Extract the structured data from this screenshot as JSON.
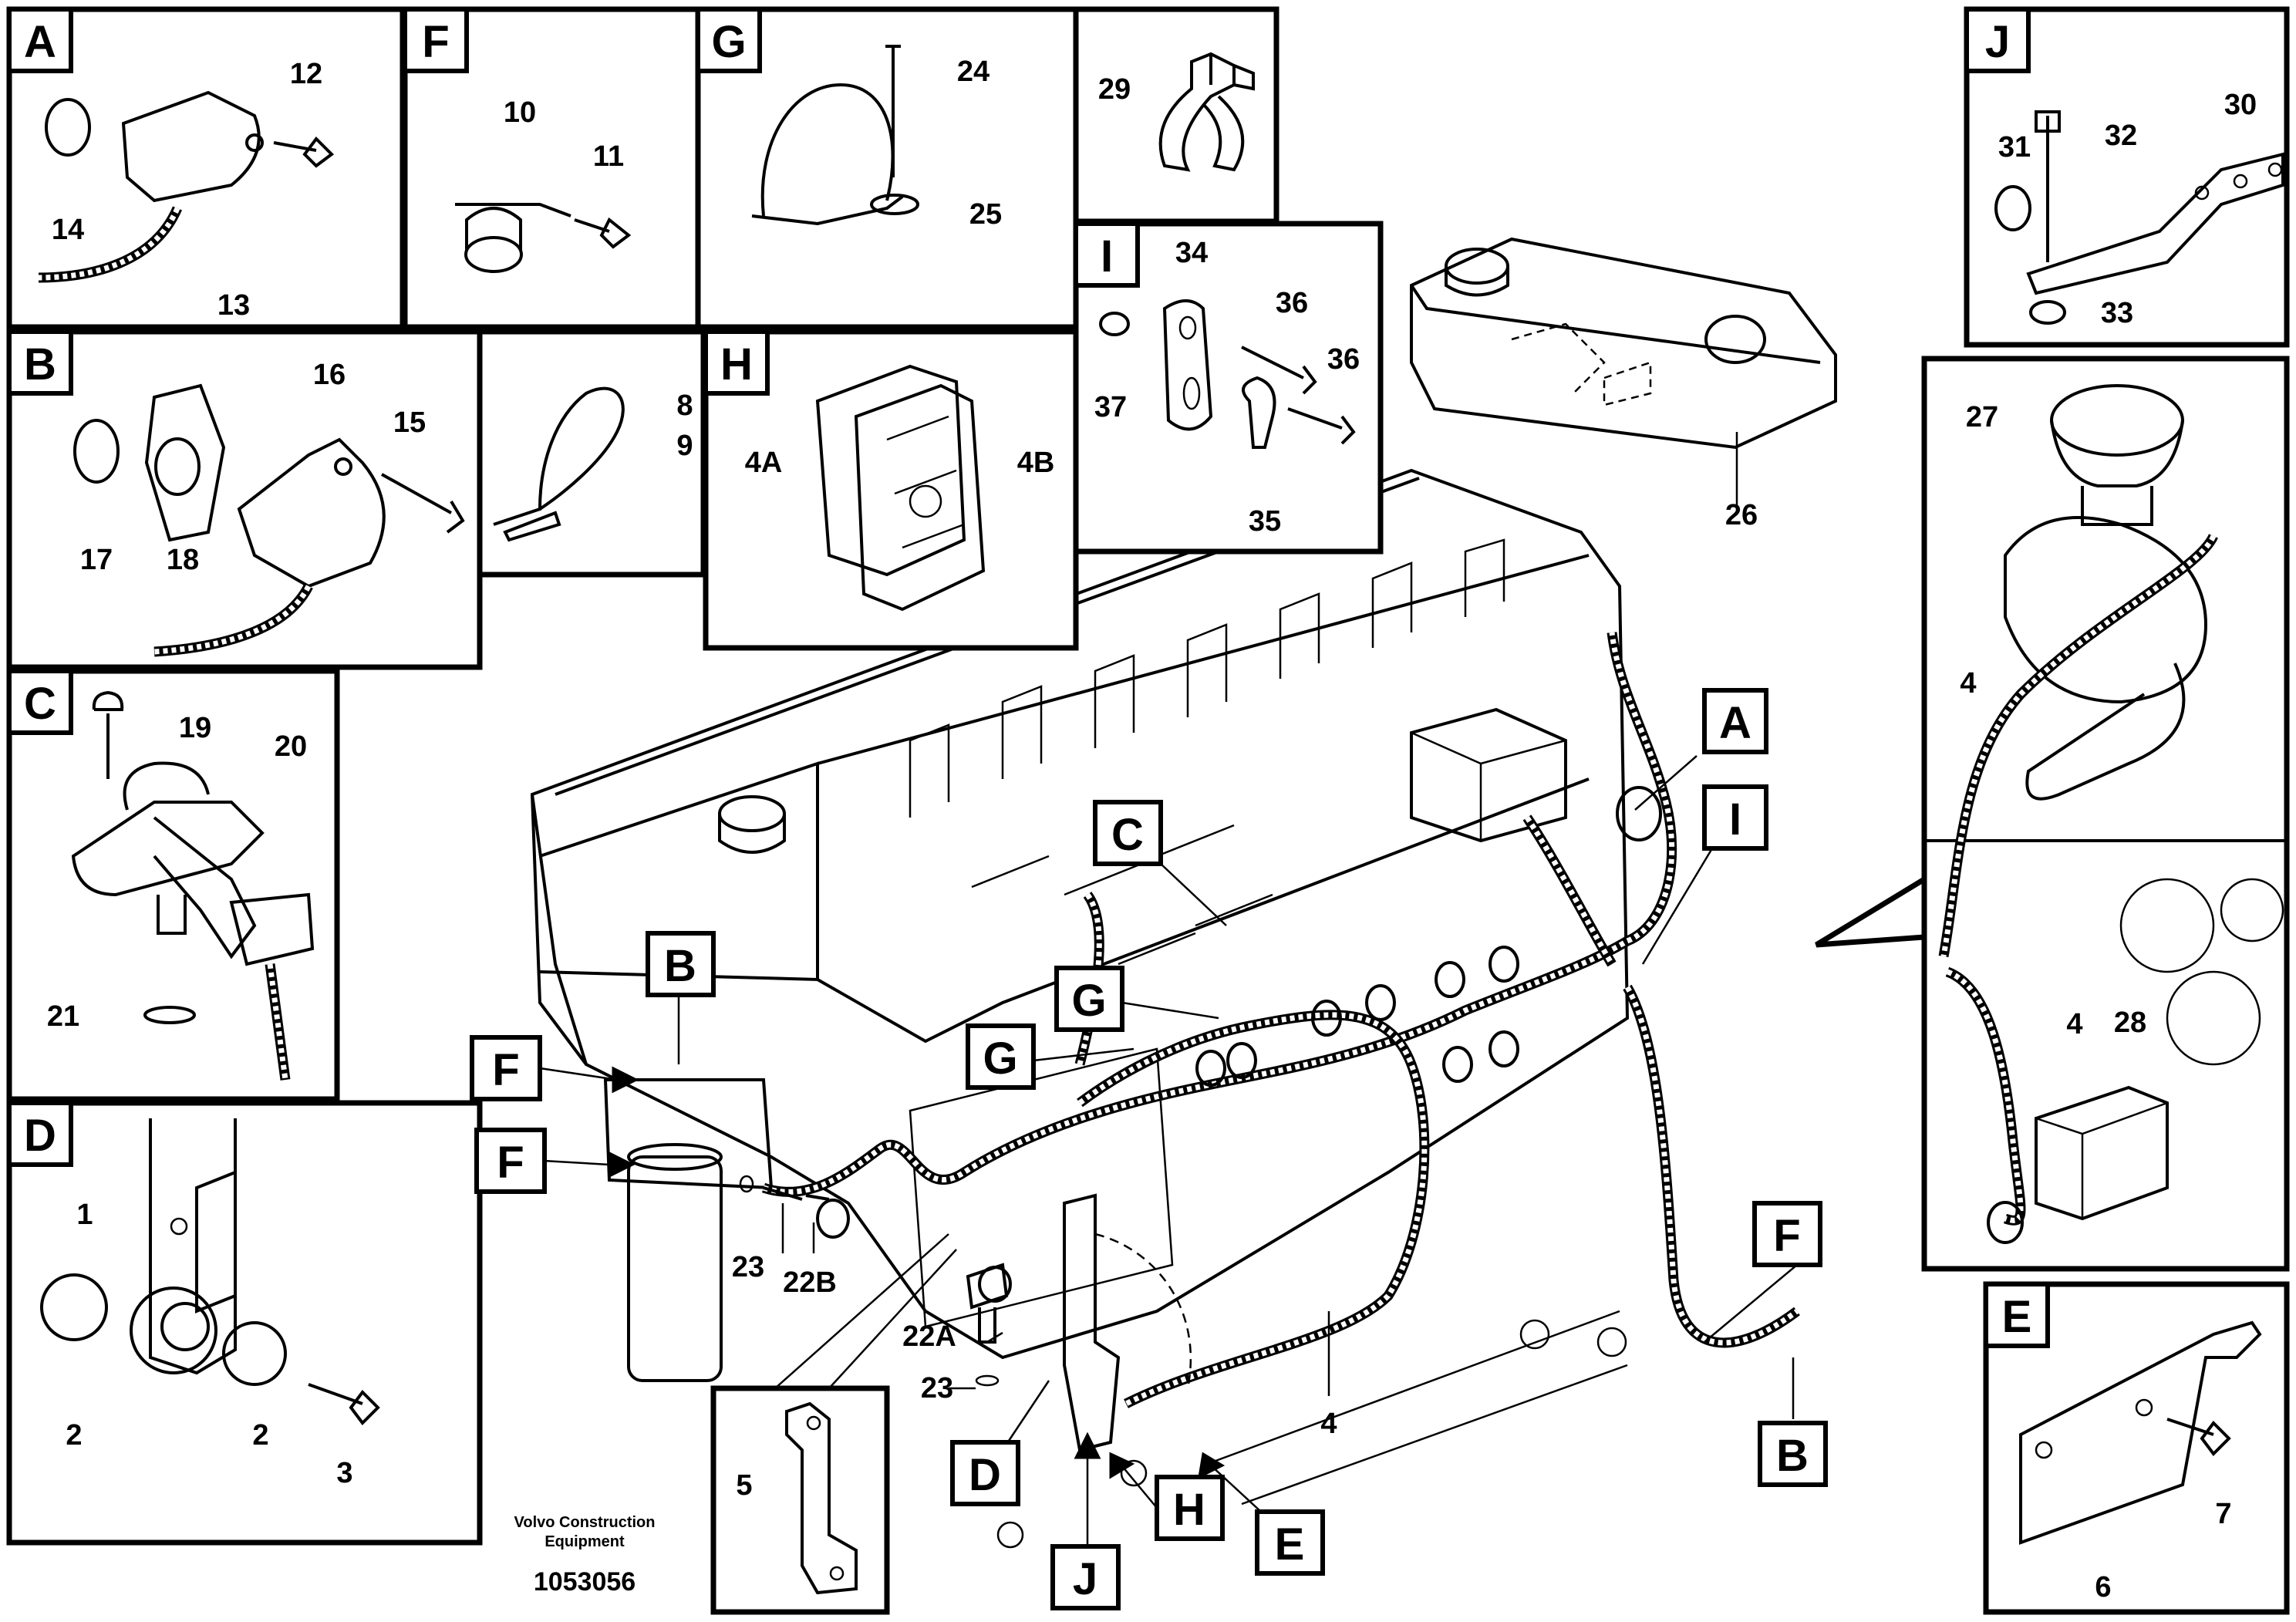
{
  "diagram": {
    "publisher_line1": "Volvo Construction",
    "publisher_line2": "Equipment",
    "document_number": "1053056"
  },
  "panels": {
    "A": {
      "letter": "A",
      "parts": [
        "12",
        "14",
        "13"
      ]
    },
    "F": {
      "letter": "F",
      "parts": [
        "10",
        "11"
      ]
    },
    "G": {
      "letter": "G",
      "parts": [
        "24",
        "25"
      ]
    },
    "P29": {
      "parts": [
        "29"
      ]
    },
    "J": {
      "letter": "J",
      "parts": [
        "30",
        "31",
        "32",
        "33"
      ]
    },
    "B": {
      "letter": "B",
      "parts": [
        "16",
        "15",
        "17",
        "18"
      ]
    },
    "P89": {
      "parts": [
        "8",
        "9"
      ]
    },
    "H": {
      "letter": "H",
      "parts": [
        "4A",
        "4B"
      ]
    },
    "I": {
      "letter": "I",
      "parts": [
        "34",
        "36",
        "36",
        "37",
        "35"
      ]
    },
    "C": {
      "letter": "C",
      "parts": [
        "19",
        "20",
        "21"
      ]
    },
    "D": {
      "letter": "D",
      "parts": [
        "1",
        "2",
        "2",
        "3"
      ]
    },
    "E": {
      "letter": "E",
      "parts": [
        "6",
        "7"
      ]
    },
    "P5": {
      "parts": [
        "5"
      ]
    },
    "Right": {
      "parts": [
        "27",
        "4",
        "4",
        "28"
      ]
    }
  },
  "main_labels": {
    "tank": "26",
    "harness": "4",
    "sensor_22B": "22B",
    "washer_23a": "23",
    "sensor_22A": "22A",
    "washer_23b": "23"
  },
  "callouts": [
    "A",
    "I",
    "C",
    "B",
    "G",
    "G",
    "F",
    "F",
    "F",
    "B",
    "D",
    "J",
    "H",
    "E"
  ]
}
